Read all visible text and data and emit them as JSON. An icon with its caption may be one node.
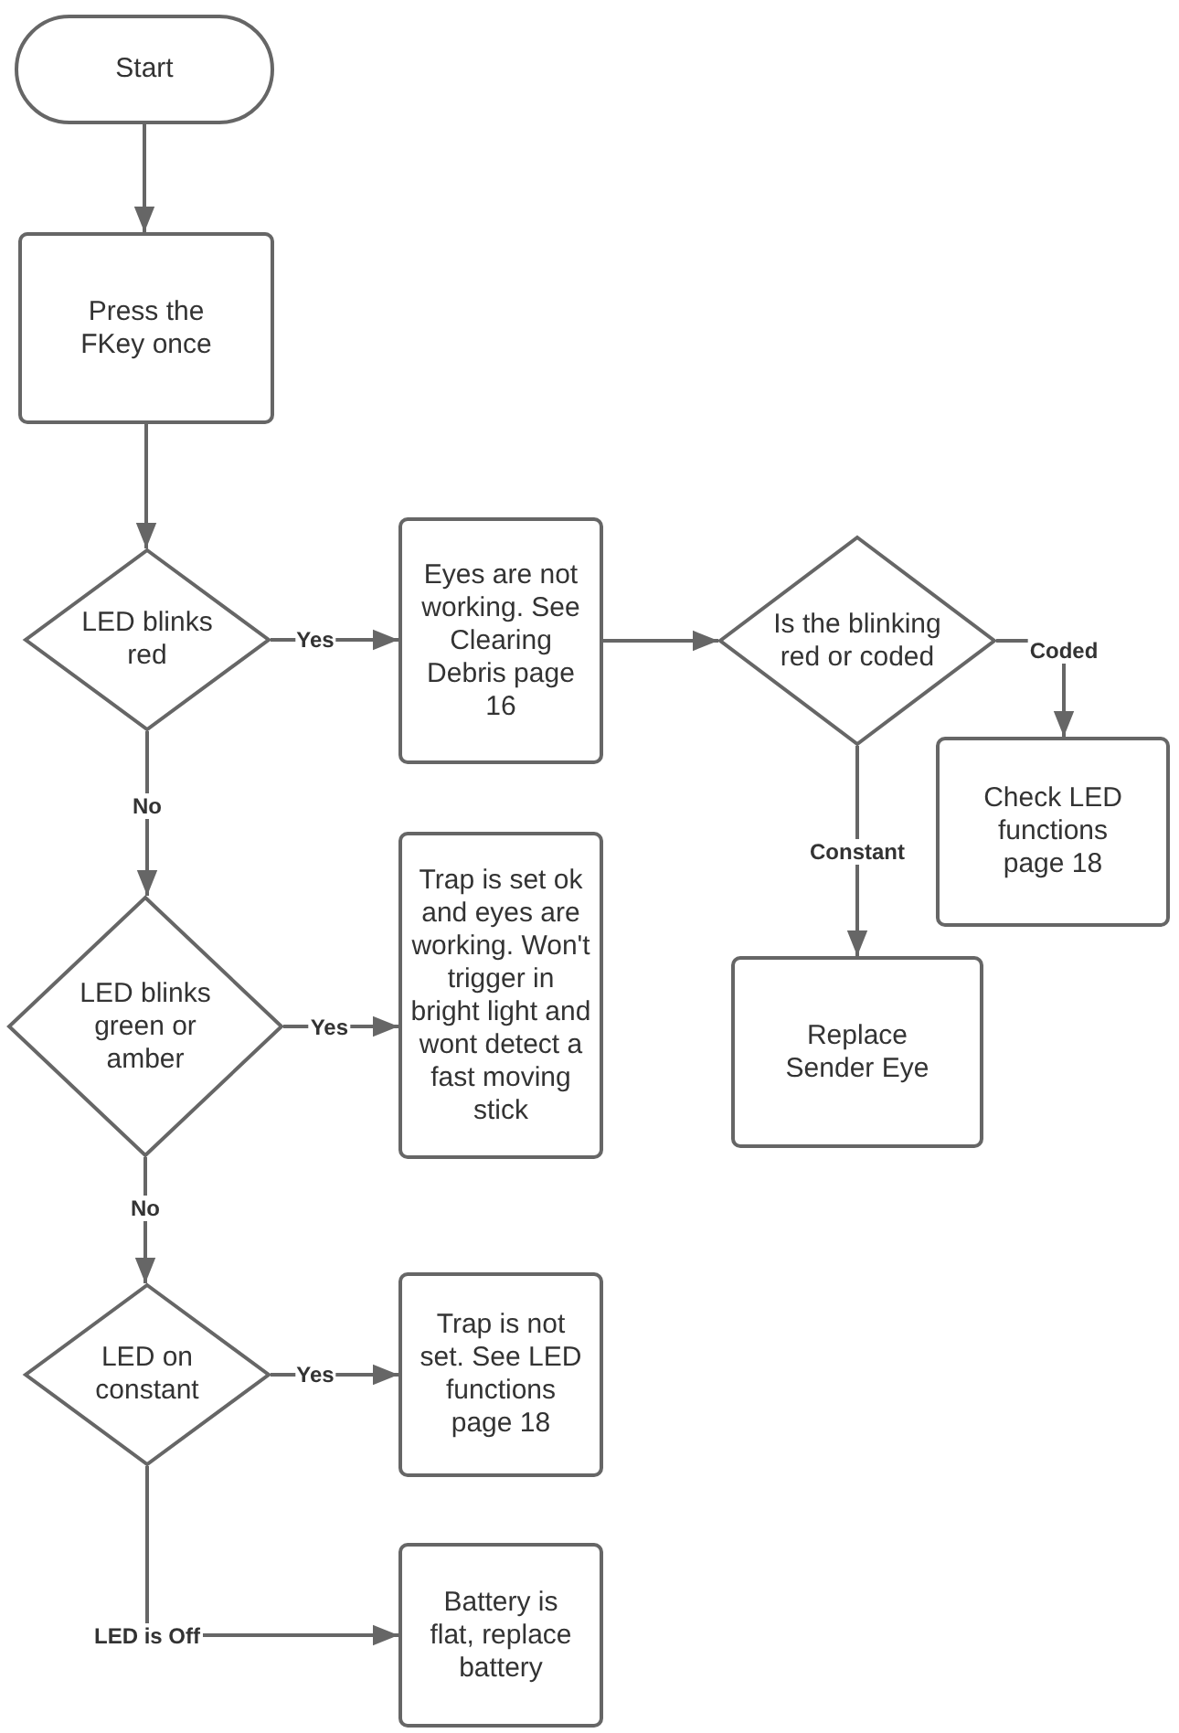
{
  "diagram": {
    "nodes": [
      {
        "text": [
          "Start"
        ]
      },
      {
        "text": [
          "Press the FKey once"
        ]
      },
      {
        "text": [
          "LED blinks red"
        ]
      },
      {
        "text": [
          "Eyes are not working. See Clearing Debris page 16"
        ]
      },
      {
        "text": [
          "Is the blinking red or coded"
        ]
      },
      {
        "text": [
          "Check LED functions page 18"
        ]
      },
      {
        "text": [
          "Replace Sender Eye"
        ]
      },
      {
        "text": [
          "LED blinks green or amber"
        ]
      },
      {
        "text": [
          "Trap is set ok and eyes are working. Won't trigger in bright light and wont detect a fast moving stick"
        ]
      },
      {
        "text": [
          "LED on constant"
        ]
      },
      {
        "text": [
          "Trap is not set. See LED functions page 18"
        ]
      },
      {
        "text": [
          "Battery is flat, replace battery"
        ]
      }
    ],
    "edges": [
      {
        "from": 0,
        "to": 1,
        "arrow": "to"
      },
      {
        "from": 1,
        "to": 2,
        "arrow": "to"
      },
      {
        "from": 2,
        "to": 3,
        "arrow": "to",
        "label": "Yes"
      },
      {
        "from": 2,
        "to": 7,
        "arrow": "to",
        "label": "No"
      },
      {
        "from": 3,
        "to": 4,
        "arrow": "to"
      },
      {
        "from": 4,
        "to": 5,
        "arrow": "to",
        "label": "Coded"
      },
      {
        "from": 4,
        "to": 6,
        "arrow": "to",
        "label": "Constant"
      },
      {
        "from": 7,
        "to": 8,
        "arrow": "to",
        "label": "Yes"
      },
      {
        "from": 7,
        "to": 9,
        "arrow": "to",
        "label": "No"
      },
      {
        "from": 9,
        "to": 10,
        "arrow": "to",
        "label": "Yes"
      },
      {
        "from": 9,
        "to": 11,
        "arrow": "to",
        "label": "LED is Off"
      }
    ]
  }
}
